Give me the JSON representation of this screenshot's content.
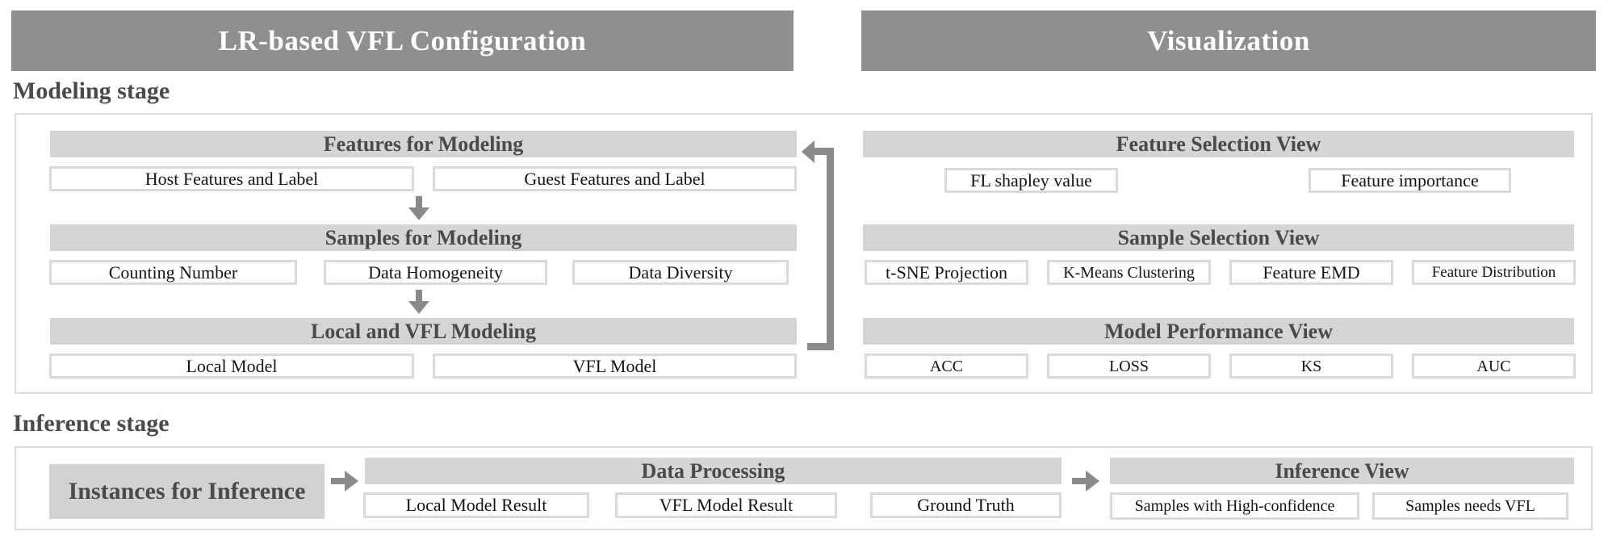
{
  "header": {
    "left_title": "LR-based VFL Configuration",
    "right_title": "Visualization"
  },
  "modeling": {
    "stage_label": "Modeling stage",
    "features": {
      "title": "Features for Modeling",
      "items": [
        "Host Features and Label",
        "Guest Features and Label"
      ]
    },
    "samples": {
      "title": "Samples for Modeling",
      "items": [
        "Counting Number",
        "Data Homogeneity",
        "Data Diversity"
      ]
    },
    "local_vfl": {
      "title": "Local and VFL Modeling",
      "items": [
        "Local Model",
        "VFL Model"
      ]
    },
    "feature_selection": {
      "title": "Feature Selection View",
      "items": [
        "FL shapley value",
        "Feature importance"
      ]
    },
    "sample_selection": {
      "title": "Sample Selection View",
      "items": [
        "t-SNE Projection",
        "K-Means Clustering",
        "Feature EMD",
        "Feature Distribution"
      ]
    },
    "model_performance": {
      "title": "Model Performance View",
      "items": [
        "ACC",
        "LOSS",
        "KS",
        "AUC"
      ]
    }
  },
  "inference": {
    "stage_label": "Inference stage",
    "instances_label": "Instances for Inference",
    "data_processing": {
      "title": "Data Processing",
      "items": [
        "Local Model Result",
        "VFL Model Result",
        "Ground Truth"
      ]
    },
    "inference_view": {
      "title": "Inference View",
      "items": [
        "Samples with High-confidence",
        "Samples needs VFL"
      ]
    }
  },
  "icons": {
    "down_arrow": "down-arrow",
    "right_arrow": "right-arrow",
    "feedback_arrow": "feedback-loop-arrow"
  },
  "colors": {
    "header_bg": "#8f8f8f",
    "section_bar_bg": "#d5d5d5",
    "instances_bg": "#d2d2d2",
    "arrow": "#8a8a8a",
    "box_border": "#dadada",
    "panel_border": "#dcdcdc",
    "bar_text": "#4a4a4a",
    "box_text": "#141414"
  }
}
